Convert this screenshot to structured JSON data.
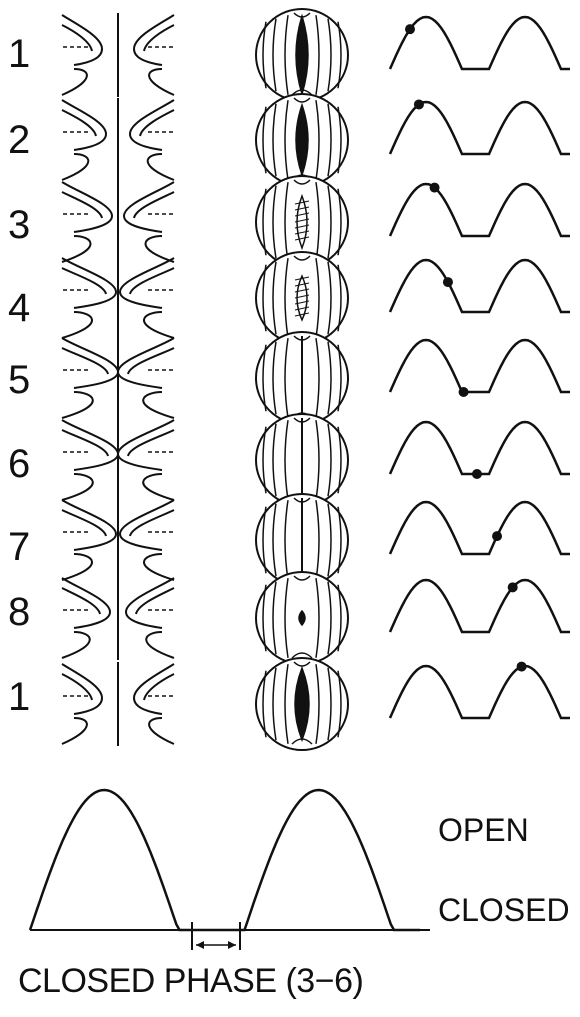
{
  "frames": [
    {
      "label": "1",
      "glottis": "open-wide"
    },
    {
      "label": "2",
      "glottis": "open"
    },
    {
      "label": "3",
      "glottis": "closing"
    },
    {
      "label": "4",
      "glottis": "closing"
    },
    {
      "label": "5",
      "glottis": "closed"
    },
    {
      "label": "6",
      "glottis": "closed"
    },
    {
      "label": "7",
      "glottis": "opening"
    },
    {
      "label": "8",
      "glottis": "opening"
    },
    {
      "label": "1",
      "glottis": "open-wide"
    }
  ],
  "cycle_marker_positions": [
    0.0,
    0.08,
    0.22,
    0.34,
    0.48,
    0.6,
    0.78,
    0.92,
    1.0
  ],
  "waveform_labels": {
    "open": "OPEN",
    "closed": "CLOSED"
  },
  "caption": "CLOSED PHASE (3−6)",
  "colors": {
    "ink": "#111111",
    "background": "#ffffff"
  }
}
